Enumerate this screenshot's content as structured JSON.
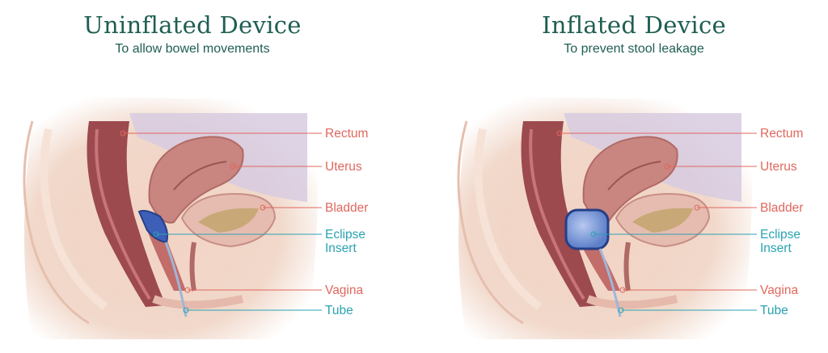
{
  "panels": [
    {
      "title": "Uninflated Device",
      "subtitle": "To allow bowel movements",
      "labels": {
        "rectum": "Rectum",
        "uterus": "Uterus",
        "bladder": "Bladder",
        "eclipse_insert_line1": "Eclipse",
        "eclipse_insert_line2": "Insert",
        "vagina": "Vagina",
        "tube": "Tube"
      }
    },
    {
      "title": "Inflated Device",
      "subtitle": "To prevent stool leakage",
      "labels": {
        "rectum": "Rectum",
        "uterus": "Uterus",
        "bladder": "Bladder",
        "eclipse_insert_line1": "Eclipse",
        "eclipse_insert_line2": "Insert",
        "vagina": "Vagina",
        "tube": "Tube"
      }
    }
  ],
  "colors": {
    "title": "#1f5e52",
    "organ_label": "#e0675d",
    "device_label": "#2aa3b3",
    "device": "#3d5fb8"
  }
}
